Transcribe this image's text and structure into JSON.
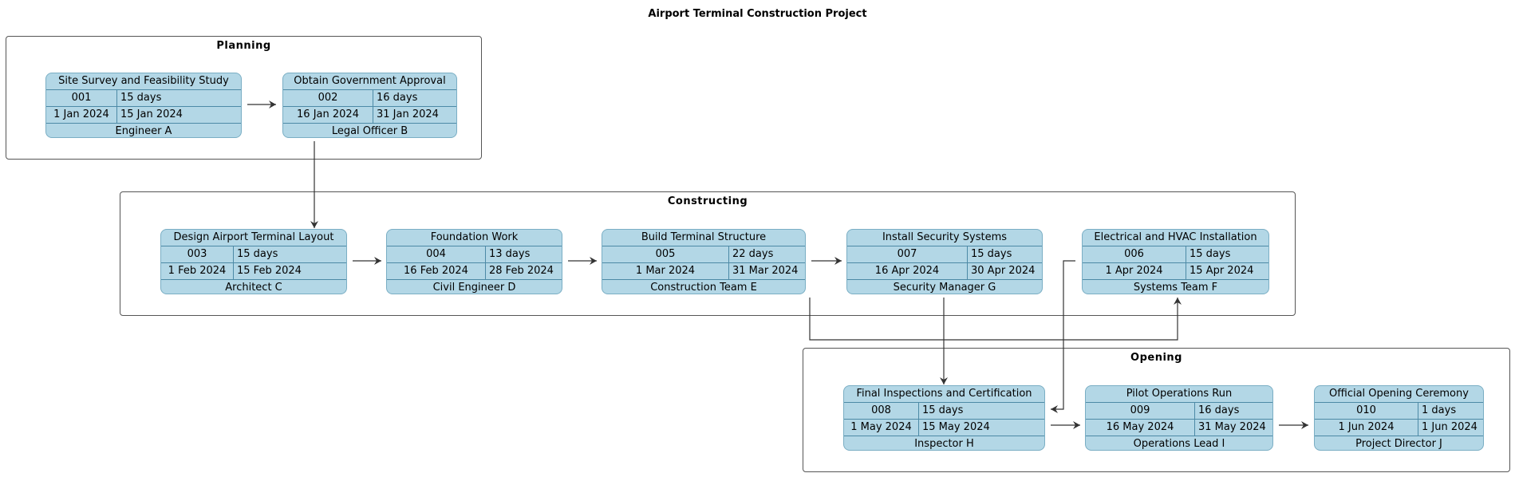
{
  "title": "Airport Terminal Construction Project",
  "groups": {
    "planning": "Planning",
    "constructing": "Constructing",
    "opening": "Opening"
  },
  "colors": {
    "node_fill": "#b3d7e6",
    "node_border": "#4d8aa6",
    "edge": "#333333"
  },
  "tasks": {
    "t001": {
      "name": "Site Survey and Feasibility Study",
      "id": "001",
      "duration": "15 days",
      "start": "1 Jan 2024",
      "end": "15 Jan 2024",
      "owner": "Engineer A"
    },
    "t002": {
      "name": "Obtain Government Approval",
      "id": "002",
      "duration": "16 days",
      "start": "16 Jan 2024",
      "end": "31 Jan 2024",
      "owner": "Legal Officer B"
    },
    "t003": {
      "name": "Design Airport Terminal Layout",
      "id": "003",
      "duration": "15 days",
      "start": "1 Feb 2024",
      "end": "15 Feb 2024",
      "owner": "Architect C"
    },
    "t004": {
      "name": "Foundation Work",
      "id": "004",
      "duration": "13 days",
      "start": "16 Feb 2024",
      "end": "28 Feb 2024",
      "owner": "Civil Engineer D"
    },
    "t005": {
      "name": "Build Terminal Structure",
      "id": "005",
      "duration": "22 days",
      "start": "1 Mar 2024",
      "end": "31 Mar 2024",
      "owner": "Construction Team E"
    },
    "t007": {
      "name": "Install Security Systems",
      "id": "007",
      "duration": "15 days",
      "start": "16 Apr 2024",
      "end": "30 Apr 2024",
      "owner": "Security Manager G"
    },
    "t006": {
      "name": "Electrical and HVAC Installation",
      "id": "006",
      "duration": "15 days",
      "start": "1 Apr 2024",
      "end": "15 Apr 2024",
      "owner": "Systems Team F"
    },
    "t008": {
      "name": "Final Inspections and Certification",
      "id": "008",
      "duration": "15 days",
      "start": "1 May 2024",
      "end": "15 May 2024",
      "owner": "Inspector H"
    },
    "t009": {
      "name": "Pilot Operations Run",
      "id": "009",
      "duration": "16 days",
      "start": "16 May 2024",
      "end": "31 May 2024",
      "owner": "Operations Lead I"
    },
    "t010": {
      "name": "Official Opening Ceremony",
      "id": "010",
      "duration": "1 days",
      "start": "1 Jun 2024",
      "end": "1 Jun 2024",
      "owner": "Project Director J"
    }
  },
  "dependencies": [
    [
      "001",
      "002"
    ],
    [
      "002",
      "003"
    ],
    [
      "003",
      "004"
    ],
    [
      "004",
      "005"
    ],
    [
      "005",
      "007"
    ],
    [
      "005",
      "006"
    ],
    [
      "007",
      "008"
    ],
    [
      "006",
      "008"
    ],
    [
      "008",
      "009"
    ],
    [
      "009",
      "010"
    ]
  ]
}
